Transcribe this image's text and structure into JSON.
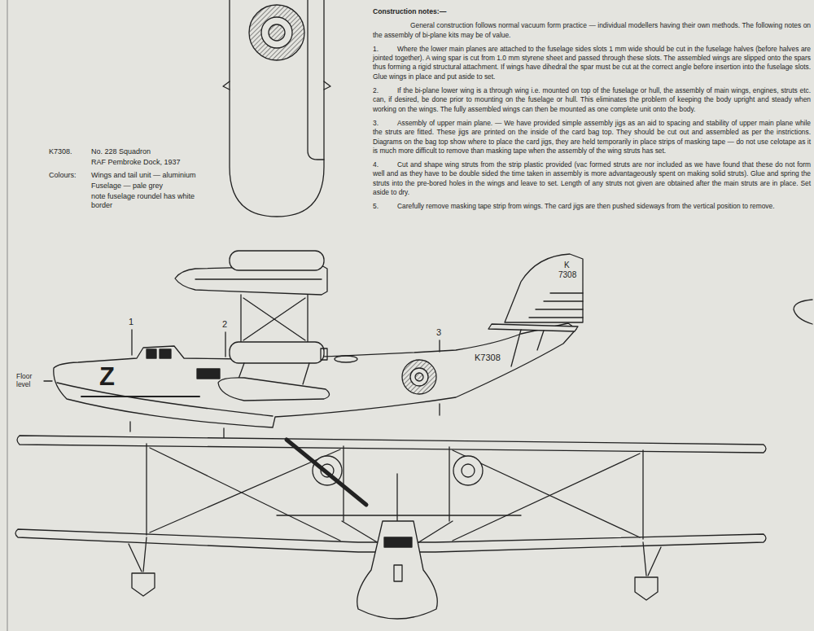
{
  "diagram": {
    "labels": [
      "Construction notes:—",
      "General construction follows normal vacuum form practice — individual modellers having their own methods. The following notes on the assembly of bi-plane kits may be of value.",
      "1.",
      "Where the lower main planes are attached to the fuselage sides slots 1 mm wide should be cut in the fuselage halves (before halves are jointed together). A wing spar is cut from 1.0 mm styrene sheet and passed through these slots. The assembled wings are slipped onto the spars thus forming a rigid structural attachment. If wings have dihedral the spar must be cut at the correct angle before insertion into the fuselage slots. Glue wings in place and put aside to set.",
      "2.",
      "If the bi-plane lower wing is a through wing i.e. mounted on top of the fuselage or hull, the assembly of main wings, engines, struts etc. can, if desired, be done prior to mounting on the fuselage or hull. This eliminates the problem of keeping the body upright and steady when working on the wings. The fully assembled wings can then be mounted as one complete unit onto the body.",
      "3.",
      "Assembly of upper main plane. — We have provided simple assembly jigs as an aid to spacing and stability of upper main plane while the struts are fitted. These jigs are printed on the inside of the card bag top. They should be cut out and assembled as per the instrictions. Diagrams on the bag top show where to place the card jigs, they are held temporarily in place strips of masking tape — do not use celotape as it is much more difficult to remove than masking tape when the assembly of the wing struts has set.",
      "4.",
      "Cut and shape wing struts from the strip plastic provided (vac formed struts are nor included as we have found that these do not form well and as they have to be double sided the time taken in assembly is more advantageously spent on making solid struts). Glue and spring the struts into the pre-bored holes in the wings and leave to set. Length of any struts not given are obtained after the main struts are in place. Set aside to dry.",
      "5.",
      "Carefully remove masking tape strip from wings. The card jigs are then pushed sideways from the vertical position to remove.",
      "K7308.",
      "No. 228 Squadron",
      "RAF Pembroke Dock, 1937",
      "Colours:",
      "Wings and tail unit — aluminium",
      "Fuselage — pale grey",
      "note fuselage roundel has white border",
      "1",
      "2",
      "3",
      "Floor level",
      "Z",
      "K7308",
      "K",
      "7308"
    ]
  }
}
